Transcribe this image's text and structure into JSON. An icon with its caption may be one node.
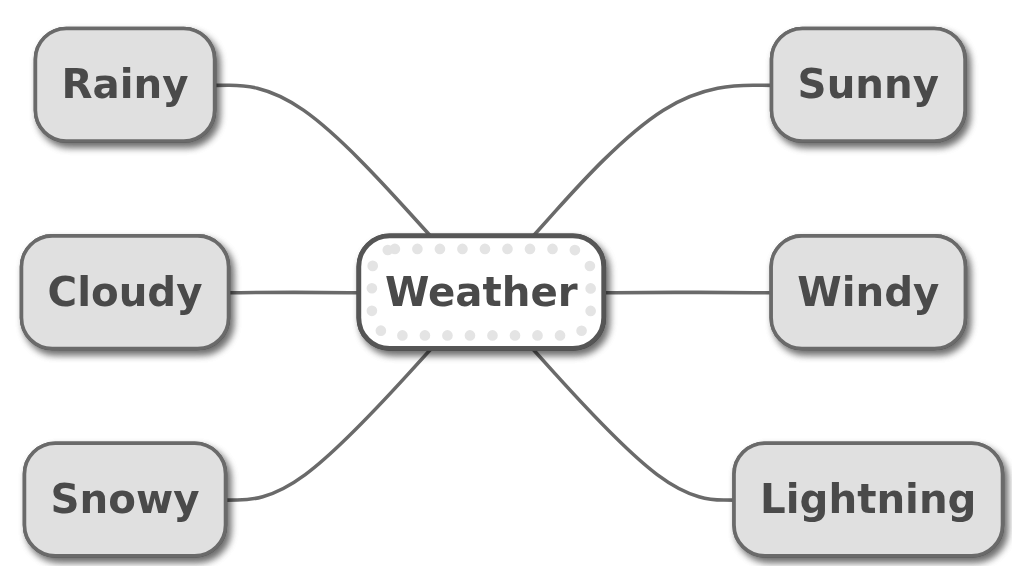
{
  "diagram": {
    "nodes": [
      {
        "text": [
          "Rainy"
        ]
      },
      {
        "text": [
          "Sunny"
        ]
      },
      {
        "text": [
          "Cloudy"
        ]
      },
      {
        "text": [
          "Weather"
        ]
      },
      {
        "text": [
          "Windy"
        ]
      },
      {
        "text": [
          "Snowy"
        ]
      },
      {
        "text": [
          "Lightning"
        ]
      }
    ],
    "edges": [
      {
        "from": 0,
        "to": 3,
        "arrow": "none"
      },
      {
        "from": 3,
        "to": 1,
        "arrow": "none"
      },
      {
        "from": 2,
        "to": 3,
        "arrow": "none"
      },
      {
        "from": 3,
        "to": 4,
        "arrow": "none"
      },
      {
        "from": 5,
        "to": 3,
        "arrow": "none"
      },
      {
        "from": 3,
        "to": 6,
        "arrow": "none"
      }
    ]
  }
}
